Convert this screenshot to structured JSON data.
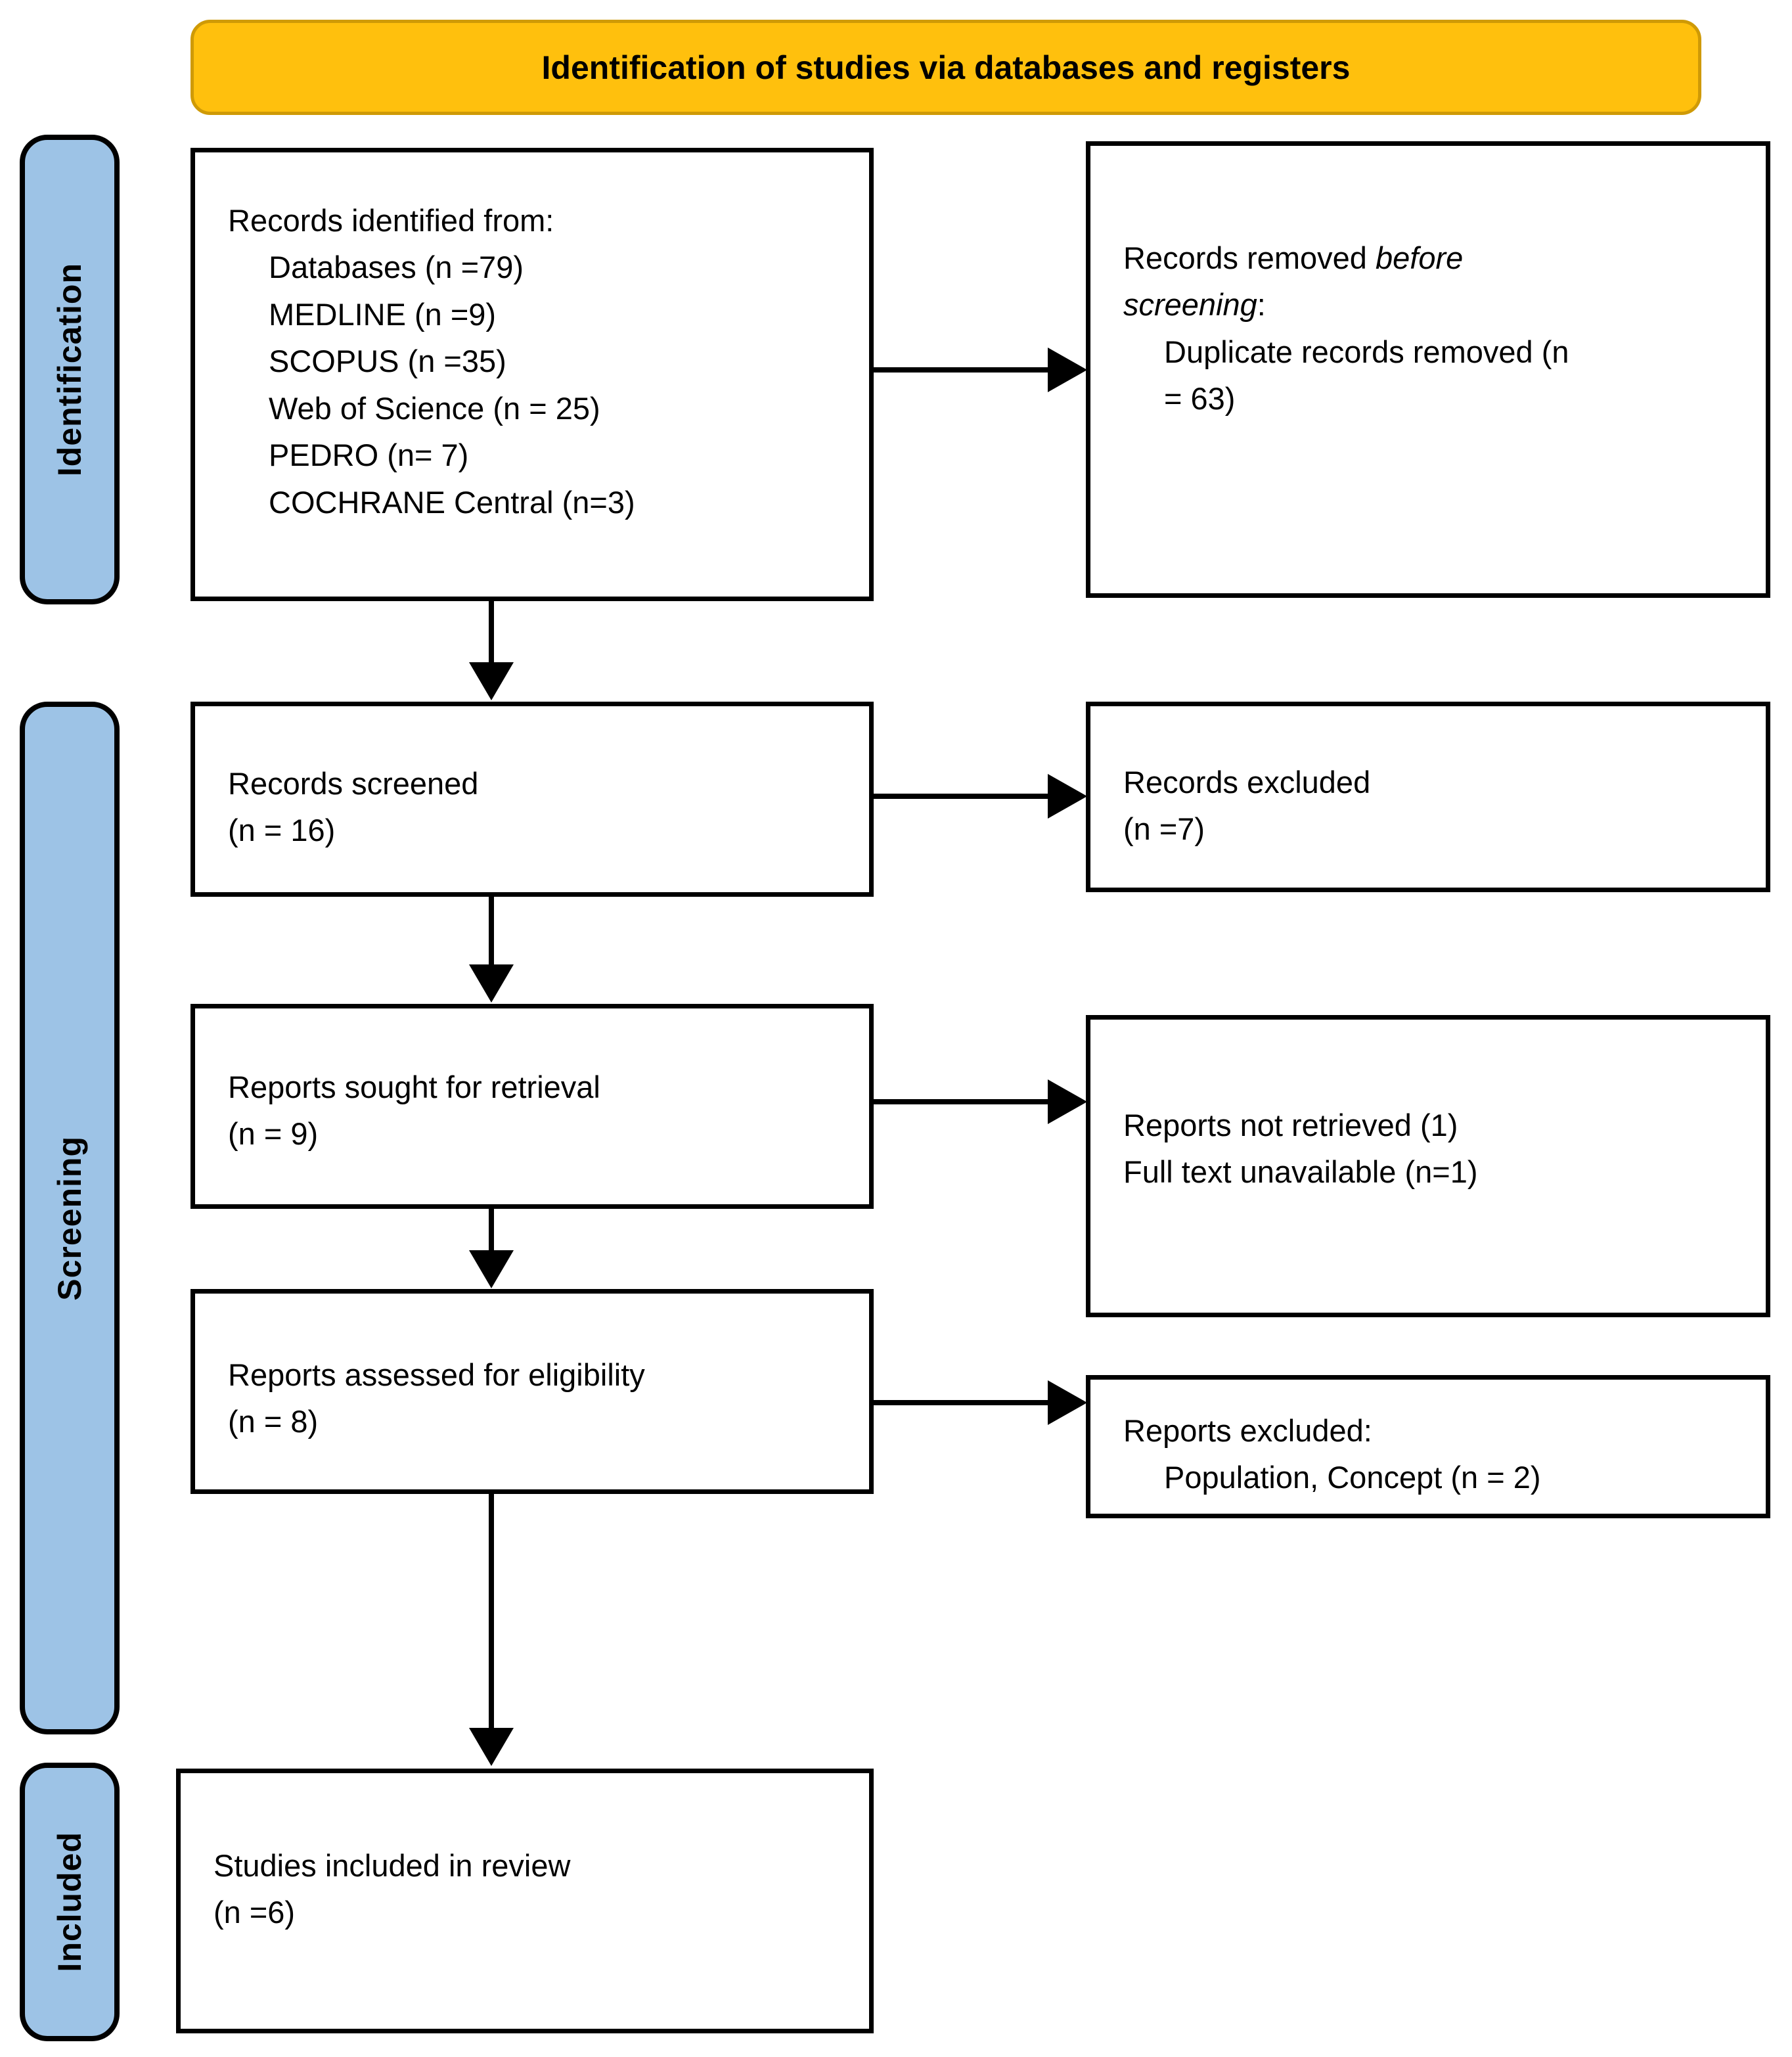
{
  "banner": {
    "label": "Identification of studies via databases and registers"
  },
  "sidebar": {
    "identification": "Identification",
    "screening": "Screening",
    "included": "Included"
  },
  "flow": {
    "records_identified": {
      "title": "Records identified from:",
      "items": [
        "Databases (n =79)",
        "MEDLINE (n =9)",
        "SCOPUS (n =35)",
        "Web of Science (n = 25)",
        "PEDRO (n= 7)",
        "COCHRANE Central (n=3)"
      ]
    },
    "records_removed": {
      "line1_normal": "Records removed ",
      "line1_italic": "before",
      "line2_italic": "screening",
      "line2_normal": ":",
      "items": [
        "Duplicate records removed (n",
        "= 63)"
      ]
    },
    "records_screened": {
      "lines": [
        "Records screened",
        "(n = 16)"
      ]
    },
    "records_excluded": {
      "lines": [
        "Records excluded",
        "(n =7)"
      ]
    },
    "reports_sought": {
      "lines": [
        "Reports sought for retrieval",
        "(n = 9)"
      ]
    },
    "reports_not_retrieved": {
      "lines": [
        "Reports not retrieved (1)",
        "Full text unavailable (n=1)"
      ]
    },
    "reports_assessed": {
      "lines": [
        "Reports assessed for eligibility",
        "(n = 8)"
      ]
    },
    "reports_excluded": {
      "title": "Reports excluded:",
      "items": [
        "Population, Concept (n = 2)"
      ]
    },
    "studies_included": {
      "lines": [
        "Studies included in review",
        "(n =6)"
      ]
    }
  },
  "colors": {
    "banner_fill": "#FFC00D",
    "banner_border": "#cf9a06",
    "sidebar_fill": "#9DC3E6",
    "box_border": "#000000",
    "arrow": "#000000"
  }
}
